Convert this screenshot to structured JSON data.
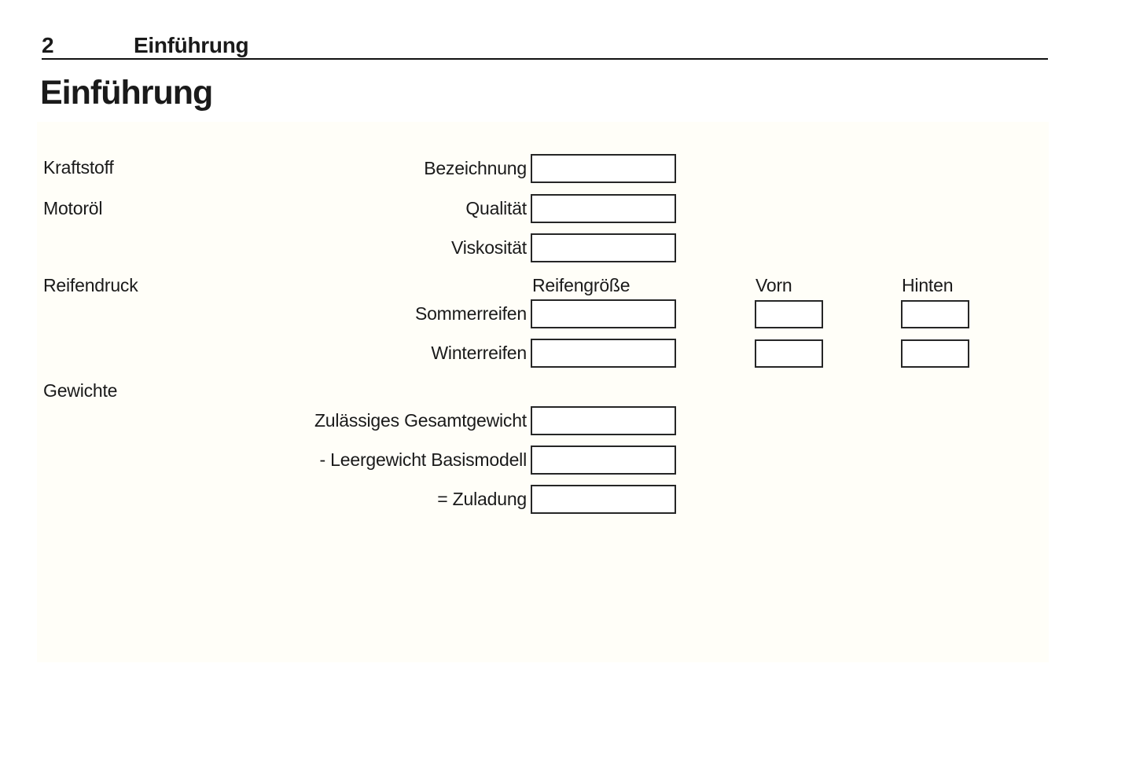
{
  "header": {
    "page_number": "2",
    "chapter_title": "Einführung"
  },
  "page_title": "Einführung",
  "form": {
    "sections": {
      "fuel_label": "Kraftstoff",
      "engine_oil_label": "Motoröl",
      "tyre_pressure_label": "Reifendruck",
      "weights_label": "Gewichte"
    },
    "fields": {
      "designation_label": "Bezeichnung",
      "quality_label": "Qualität",
      "viscosity_label": "Viskosität",
      "summer_tyres_label": "Sommerreifen",
      "winter_tyres_label": "Winterreifen",
      "gross_weight_label": "Zulässiges Gesamtgewicht",
      "kerb_weight_label": "- Leergewicht Basismodell",
      "payload_label": "= Zuladung"
    },
    "columns": {
      "tyre_size_label": "Reifengröße",
      "front_label": "Vorn",
      "rear_label": "Hinten"
    },
    "values": {
      "designation": "",
      "quality": "",
      "viscosity": "",
      "summer_tyre_size": "",
      "summer_front_pressure": "",
      "summer_rear_pressure": "",
      "winter_tyre_size": "",
      "winter_front_pressure": "",
      "winter_rear_pressure": "",
      "gross_weight": "",
      "kerb_weight": "",
      "payload": ""
    }
  },
  "colors": {
    "text": "#1a1a1a",
    "box_border": "#262626",
    "panel_background": "#fffef8",
    "rule": "#111111"
  }
}
